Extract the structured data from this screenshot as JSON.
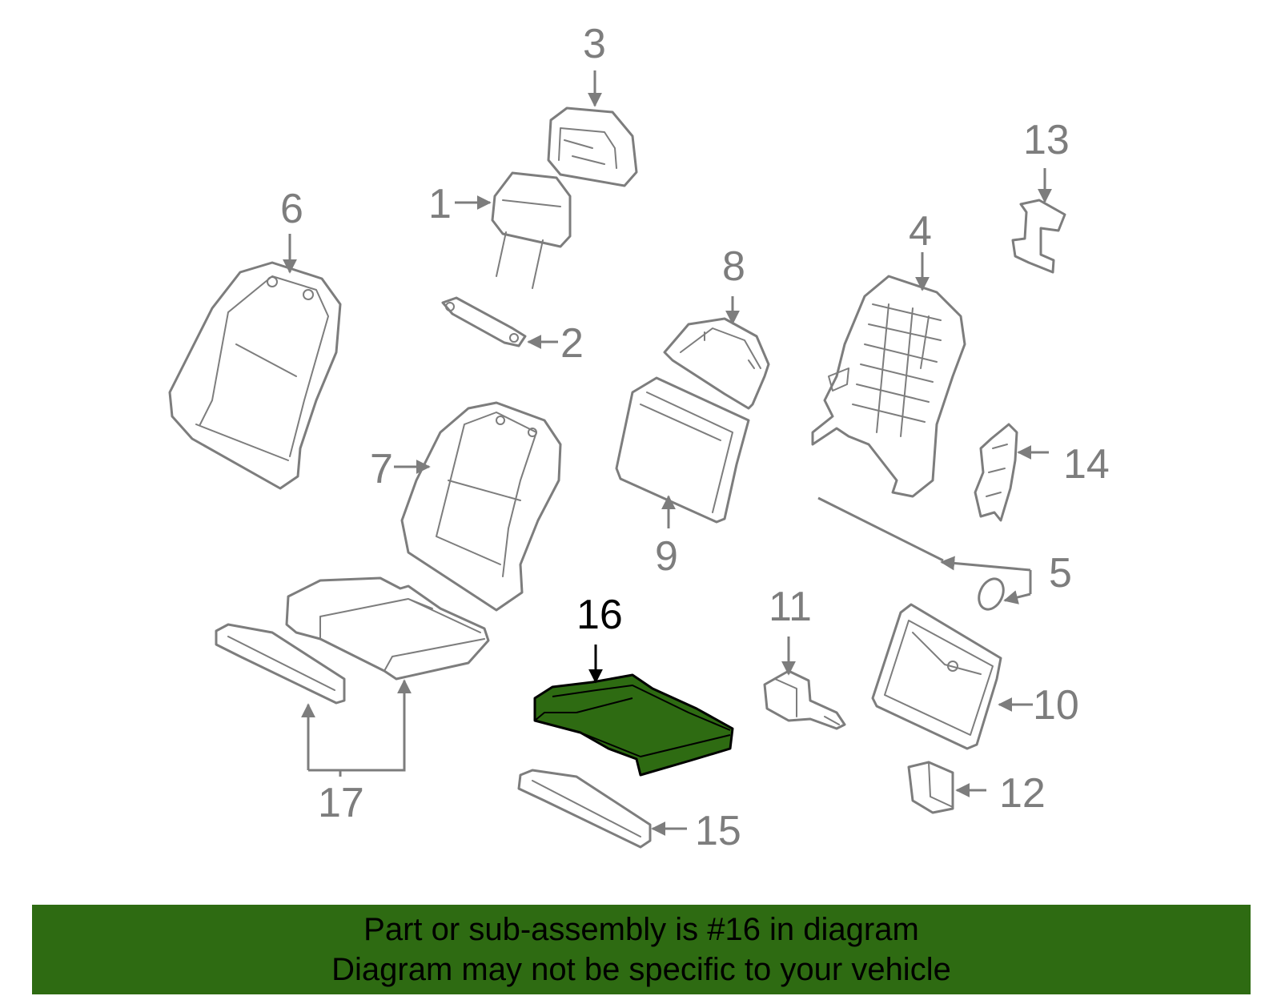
{
  "diagram": {
    "highlight_color": "#2e6b12",
    "line_color": "#7d7d7d",
    "callouts": [
      "1",
      "2",
      "3",
      "4",
      "5",
      "6",
      "7",
      "8",
      "9",
      "10",
      "11",
      "12",
      "13",
      "14",
      "15",
      "16",
      "17"
    ],
    "active_callout": "16"
  },
  "banner": {
    "background": "#2e6b12",
    "line1": "Part or sub-assembly is #16 in diagram",
    "line2": "Diagram may not be specific to your vehicle"
  }
}
